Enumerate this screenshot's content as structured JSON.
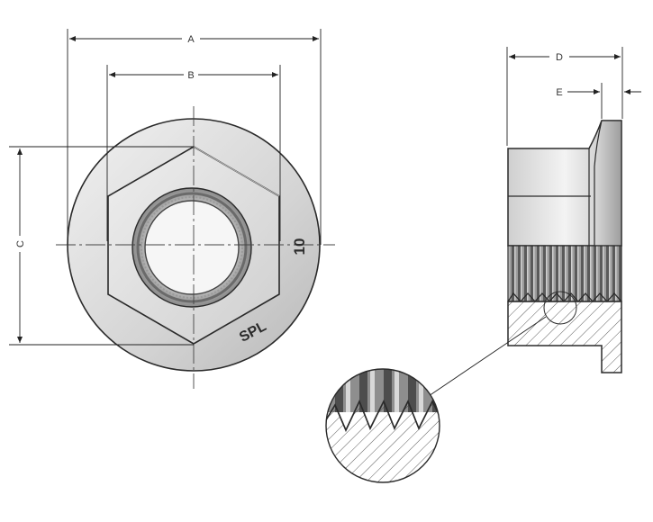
{
  "dimensions": {
    "a": "A",
    "b": "B",
    "c": "C",
    "d": "D",
    "e": "E"
  },
  "markings": {
    "grade": "10",
    "brand": "SPL"
  }
}
